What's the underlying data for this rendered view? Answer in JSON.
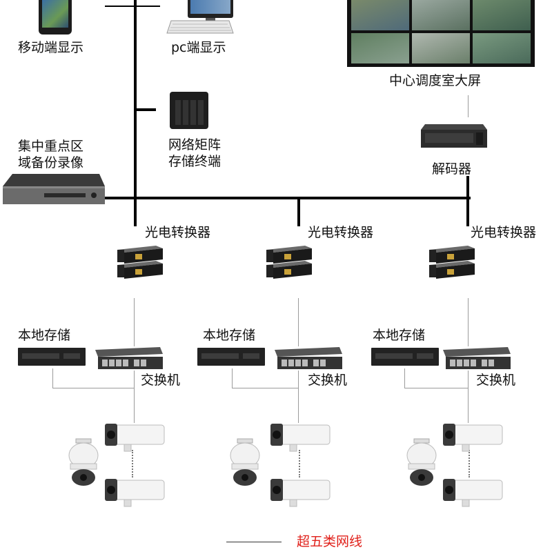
{
  "top": {
    "mobile_label": "移动端显示",
    "pc_label": "pc端显示",
    "screen_label": "中心调度室大屏",
    "nas_label_line1": "网络矩阵",
    "nas_label_line2": "存储终端",
    "nvr_label_line1": "集中重点区",
    "nvr_label_line2": "域备份录像",
    "decoder_label": "解码器"
  },
  "branches": [
    {
      "converter_label": "光电转换器",
      "storage_label": "本地存储",
      "switch_label": "交换机"
    },
    {
      "converter_label": "光电转换器",
      "storage_label": "本地存储",
      "switch_label": "交换机"
    },
    {
      "converter_label": "光电转换器",
      "storage_label": "本地存储",
      "switch_label": "交换机"
    }
  ],
  "legend": {
    "label": "超五类网线",
    "color": "#e0201a"
  }
}
